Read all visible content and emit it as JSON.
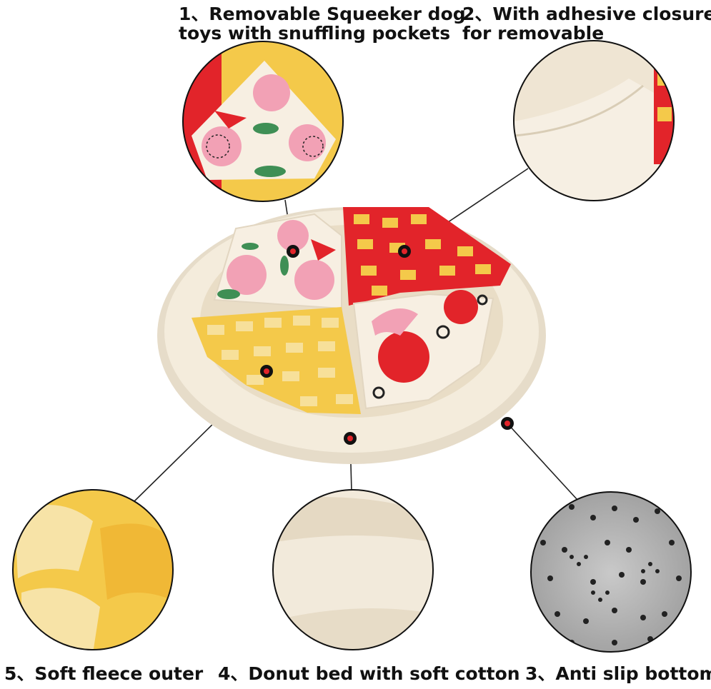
{
  "captions": {
    "c1": {
      "line1": "1、Removable Squeeker dog",
      "line2": "toys with snuffling pockets"
    },
    "c2": {
      "line1": "2、With adhesive closure",
      "line2": "for removable"
    },
    "c3": "3、Anti slip bottom",
    "c4": "4、Donut bed with soft cotton",
    "c5": "5、Soft fleece outer"
  },
  "colors": {
    "fleece": "#f1e9d9",
    "red": "#e2242a",
    "yellow": "#f4c94a",
    "pink": "#f4a3b6",
    "green": "#3f8f55",
    "grey": "#b4b4b4"
  }
}
